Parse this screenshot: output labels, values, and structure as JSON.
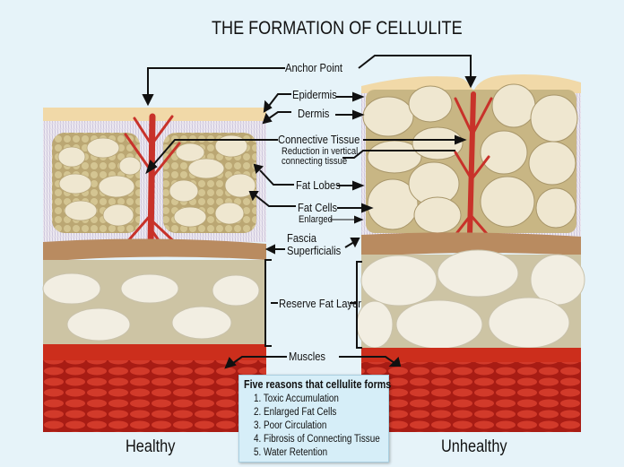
{
  "title": "THE FORMATION OF CELLULITE",
  "labels": {
    "anchor_point": "Anchor Point",
    "epidermis": "Epidermis",
    "dermis": "Dermis",
    "connective_tissue": "Connective Tissue",
    "reduction_line1": "Reduction in vertical",
    "reduction_line2": "connecting tissue",
    "fat_lobes": "Fat Lobes",
    "fat_cells": "Fat Cells",
    "enlarged": "Enlarged",
    "fascia": "Fascia",
    "superficialis": "Superficialis",
    "reserve_fat_layer": "Reserve Fat Layer",
    "muscles": "Muscles"
  },
  "reasons": {
    "heading": "Five reasons that cellulite forms",
    "items": [
      "1.  Toxic Accumulation",
      "2. Enlarged Fat Cells",
      "3. Poor Circulation",
      "4. Fibrosis of Connecting Tissue",
      "5. Water Retention"
    ]
  },
  "captions": {
    "healthy": "Healthy",
    "unhealthy": "Unhealthy"
  },
  "colors": {
    "background": "#e6f3f9",
    "epidermis": "#f1d9a8",
    "fat": "#ede6d2",
    "reserve_layer": "#cdc4a4",
    "fascia": "#b98b60",
    "muscle": "#c7281c",
    "vessel": "#c8322a"
  }
}
